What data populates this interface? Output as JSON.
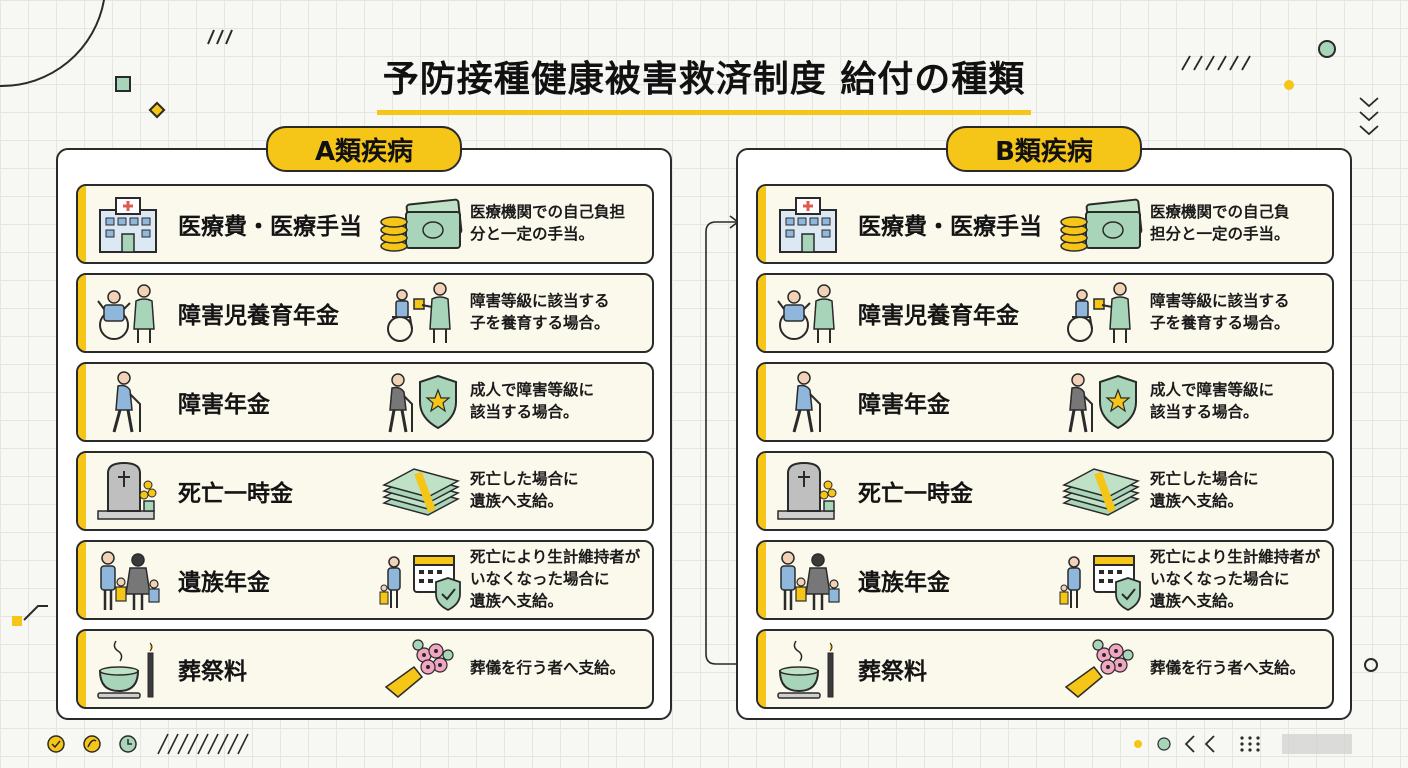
{
  "title": "予防接種健康被害救済制度 給付の種類",
  "panels": [
    {
      "tag": "A類疾病",
      "rows": [
        {
          "name": "医療費・医療手当",
          "desc_lines": [
            "医療機関での自己負担",
            "分と一定の手当。"
          ]
        },
        {
          "name": "障害児養育年金",
          "desc_lines": [
            "障害等級に該当する",
            "子を養育する場合。"
          ]
        },
        {
          "name": "障害年金",
          "desc_lines": [
            "成人で障害等級に",
            "該当する場合。"
          ]
        },
        {
          "name": "死亡一時金",
          "desc_lines": [
            "死亡した場合に",
            "遺族へ支給。"
          ]
        },
        {
          "name": "遺族年金",
          "desc_lines": [
            "死亡により生計維持者が",
            "いなくなった場合に",
            "遺族へ支給。"
          ]
        },
        {
          "name": "葬祭料",
          "desc_lines": [
            "葬儀を行う者へ支給。"
          ]
        }
      ]
    },
    {
      "tag": "B類疾病",
      "rows": [
        {
          "name": "医療費・医療手当",
          "desc_lines": [
            "医療機関での自己負",
            "担分と一定の手当。"
          ]
        },
        {
          "name": "障害児養育年金",
          "desc_lines": [
            "障害等級に該当する",
            "子を養育する場合。"
          ]
        },
        {
          "name": "障害年金",
          "desc_lines": [
            "成人で障害等級に",
            "該当する場合。"
          ]
        },
        {
          "name": "死亡一時金",
          "desc_lines": [
            "死亡した場合に",
            "遺族へ支給。"
          ]
        },
        {
          "name": "遺族年金",
          "desc_lines": [
            "死亡により生計維持者が",
            "いなくなった場合に",
            "遺族へ支給。"
          ]
        },
        {
          "name": "葬祭料",
          "desc_lines": [
            "葬儀を行う者へ支給。"
          ]
        }
      ]
    }
  ],
  "icons": {
    "rows": [
      [
        "hospital-icon",
        "money-coins-icon"
      ],
      [
        "child-wheelchair-caregiver-icon",
        "wheelchair-care-icon"
      ],
      [
        "elderly-cane-icon",
        "shield-star-icon"
      ],
      [
        "gravestone-flowers-icon",
        "money-bundle-icon"
      ],
      [
        "family-icon",
        "family-calendar-shield-icon"
      ],
      [
        "incense-bowl-icon",
        "flower-bouquet-icon"
      ]
    ]
  },
  "colors": {
    "accent": "#f5c518",
    "mint": "#a8d5b9",
    "card": "#fbf8ec",
    "outline": "#2a2a2a",
    "background": "#f7f7f3"
  }
}
